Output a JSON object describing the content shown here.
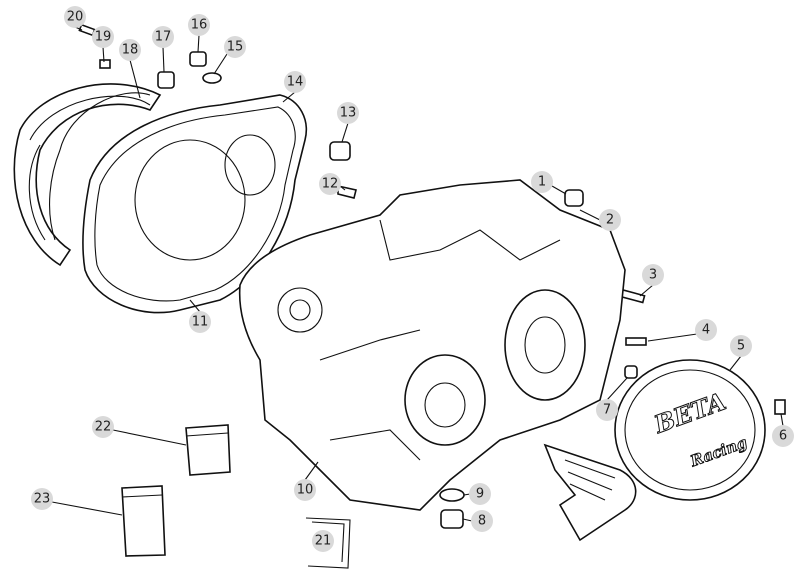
{
  "diagram": {
    "logo_text": [
      "BETA",
      "Racing"
    ],
    "callouts": [
      {
        "label": "1"
      },
      {
        "label": "2"
      },
      {
        "label": "3"
      },
      {
        "label": "4"
      },
      {
        "label": "5"
      },
      {
        "label": "6"
      },
      {
        "label": "7"
      },
      {
        "label": "8"
      },
      {
        "label": "9"
      },
      {
        "label": "10"
      },
      {
        "label": "11"
      },
      {
        "label": "12"
      },
      {
        "label": "13"
      },
      {
        "label": "14"
      },
      {
        "label": "15"
      },
      {
        "label": "16"
      },
      {
        "label": "17"
      },
      {
        "label": "18"
      },
      {
        "label": "19"
      },
      {
        "label": "20"
      },
      {
        "label": "21"
      },
      {
        "label": "22"
      },
      {
        "label": "23"
      }
    ]
  }
}
